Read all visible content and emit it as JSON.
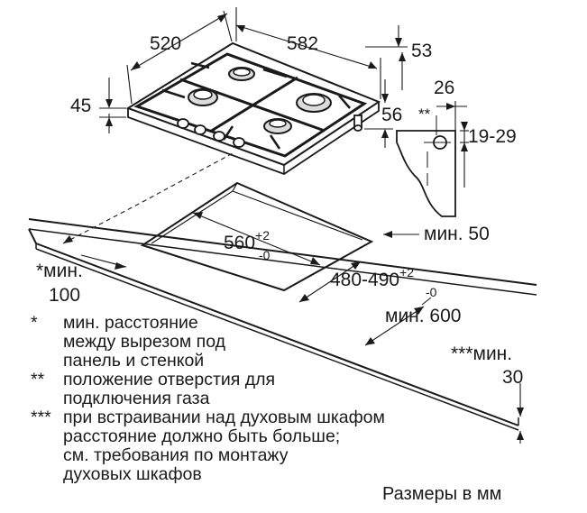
{
  "dimensions": {
    "hob_depth": "520",
    "hob_width": "582",
    "hob_height": "45",
    "back_offset": "53",
    "front_height": "56",
    "gas_pipe_offset": "26",
    "gas_pipe_marker": "**",
    "gas_pipe_height": "19-29",
    "min_back_gap": "мин. 50",
    "cutout_width": {
      "base": "560",
      "sup": "+2",
      "sub": "-0"
    },
    "cutout_depth": {
      "base": "480-490",
      "sup": "+2",
      "sub": "-0"
    },
    "min_worktop_depth": "мин. 600",
    "min_side_gap": {
      "label": "*мин.",
      "value": "100"
    },
    "min_worktop_thickness": {
      "label": "***мин.",
      "value": "30"
    }
  },
  "notes": [
    {
      "mark": "*",
      "lines": [
        "мин. расстояние",
        "между вырезом под",
        "панель и стенкой"
      ]
    },
    {
      "mark": "**",
      "lines": [
        "положение отверстия для",
        "подключения газа"
      ]
    },
    {
      "mark": "***",
      "lines": [
        "при встраивании над духовым шкафом",
        "расстояние должно быть больше;",
        "см. требования по монтажу",
        "духовых шкафов"
      ]
    }
  ],
  "units_label": "Размеры в мм"
}
